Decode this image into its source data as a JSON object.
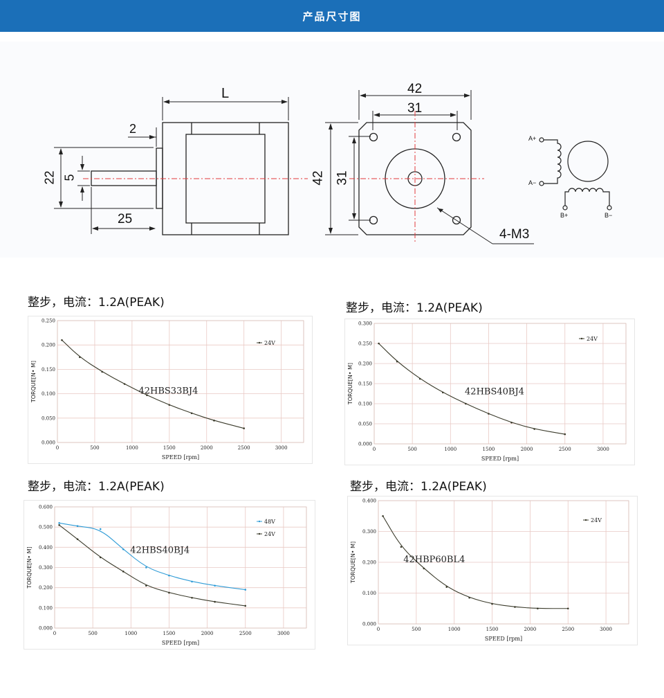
{
  "header": {
    "title": "产品尺寸图",
    "bg_color": "#1b6fb8"
  },
  "dimensions": {
    "L": "L",
    "d2": "2",
    "d22": "22",
    "d5": "5",
    "d25": "25",
    "d42_top": "42",
    "d31_top": "31",
    "d42_side": "42",
    "d31_side": "31",
    "hole_label": "4-M3",
    "A_plus": "A+",
    "A_minus": "A−",
    "B_plus": "B+",
    "B_minus": "B−"
  },
  "chart_data": [
    {
      "type": "line",
      "heading": "整步，电流：1.2A(PEAK)",
      "model": "42HBS33BJ4",
      "xlabel": "SPEED [rpm]",
      "ylabel": "TORQUE[N• M]",
      "xlim": [
        0,
        3300
      ],
      "ylim": [
        0,
        0.25
      ],
      "xticks": [
        0,
        500,
        1000,
        1500,
        2000,
        2500,
        3000
      ],
      "xtick_labels": [
        "0",
        "500",
        "1000",
        "1500",
        "2000",
        "2500",
        "3000"
      ],
      "yticks": [
        0,
        0.05,
        0.1,
        0.15,
        0.2,
        0.25
      ],
      "ytick_labels": [
        "0.000",
        "0.050",
        "0.100",
        "0.150",
        "0.200",
        "0.250"
      ],
      "series": [
        {
          "name": "24V",
          "color": "#3a3a2a",
          "x": [
            60,
            300,
            600,
            900,
            1200,
            1500,
            1800,
            2100,
            2500
          ],
          "y": [
            0.21,
            0.175,
            0.145,
            0.12,
            0.097,
            0.077,
            0.06,
            0.045,
            0.029
          ]
        }
      ]
    },
    {
      "type": "line",
      "heading": "整步，电流：1.2A(PEAK)",
      "model": "42HBS40BJ4",
      "xlabel": "SPEED [rpm]",
      "ylabel": "TORQUE[N• M]",
      "xlim": [
        0,
        3300
      ],
      "ylim": [
        0,
        0.3
      ],
      "xticks": [
        0,
        500,
        1000,
        1500,
        2000,
        2500,
        3000
      ],
      "xtick_labels": [
        "0",
        "500",
        "1000",
        "1500",
        "2000",
        "2500",
        "3000"
      ],
      "yticks": [
        0,
        0.05,
        0.1,
        0.15,
        0.2,
        0.25,
        0.3
      ],
      "ytick_labels": [
        "0.000",
        "0.050",
        "0.100",
        "0.150",
        "0.200",
        "0.250",
        "0.300"
      ],
      "series": [
        {
          "name": "24V",
          "color": "#3a3a2a",
          "x": [
            60,
            300,
            600,
            900,
            1200,
            1500,
            1800,
            2100,
            2500
          ],
          "y": [
            0.25,
            0.205,
            0.162,
            0.128,
            0.1,
            0.075,
            0.053,
            0.037,
            0.024
          ]
        }
      ]
    },
    {
      "type": "line",
      "heading": "整步，电流：1.2A(PEAK)",
      "model": "42HBS40BJ4",
      "xlabel": "SPEED [rpm]",
      "ylabel": "TORQUE[N• M]",
      "xlim": [
        0,
        3300
      ],
      "ylim": [
        0,
        0.6
      ],
      "xticks": [
        0,
        500,
        1000,
        1500,
        2000,
        2500,
        3000
      ],
      "xtick_labels": [
        "0",
        "500",
        "1000",
        "1500",
        "2000",
        "2500",
        "3000"
      ],
      "yticks": [
        0,
        0.1,
        0.2,
        0.3,
        0.4,
        0.5,
        0.6
      ],
      "ytick_labels": [
        "0.000",
        "0.100",
        "0.200",
        "0.300",
        "0.400",
        "0.500",
        "0.600"
      ],
      "series": [
        {
          "name": "48V",
          "color": "#2e9bd6",
          "x": [
            60,
            300,
            600,
            900,
            1200,
            1500,
            1800,
            2100,
            2500
          ],
          "y": [
            0.52,
            0.505,
            0.49,
            0.39,
            0.3,
            0.26,
            0.23,
            0.21,
            0.19
          ]
        },
        {
          "name": "24V",
          "color": "#3a3a2a",
          "x": [
            60,
            300,
            600,
            900,
            1200,
            1500,
            1800,
            2100,
            2500
          ],
          "y": [
            0.51,
            0.44,
            0.35,
            0.28,
            0.21,
            0.175,
            0.15,
            0.13,
            0.11
          ]
        }
      ]
    },
    {
      "type": "line",
      "heading": "整步，电流：1.2A(PEAK)",
      "model": "42HBP60BL4",
      "xlabel": "SPEED [rpm]",
      "ylabel": "TORQUE[N• M]",
      "xlim": [
        0,
        3300
      ],
      "ylim": [
        0,
        0.4
      ],
      "xticks": [
        0,
        500,
        1000,
        1500,
        2000,
        2500,
        3000
      ],
      "xtick_labels": [
        "0",
        "500",
        "1000",
        "1500",
        "2000",
        "2500",
        "3000"
      ],
      "yticks": [
        0,
        0.1,
        0.2,
        0.3,
        0.4
      ],
      "ytick_labels": [
        "0.000",
        "0.100",
        "0.200",
        "0.300",
        "0.400"
      ],
      "series": [
        {
          "name": "24V",
          "color": "#3a3a2a",
          "x": [
            60,
            300,
            600,
            900,
            1200,
            1500,
            1800,
            2100,
            2500
          ],
          "y": [
            0.35,
            0.25,
            0.18,
            0.12,
            0.085,
            0.065,
            0.055,
            0.05,
            0.05
          ]
        }
      ]
    }
  ]
}
